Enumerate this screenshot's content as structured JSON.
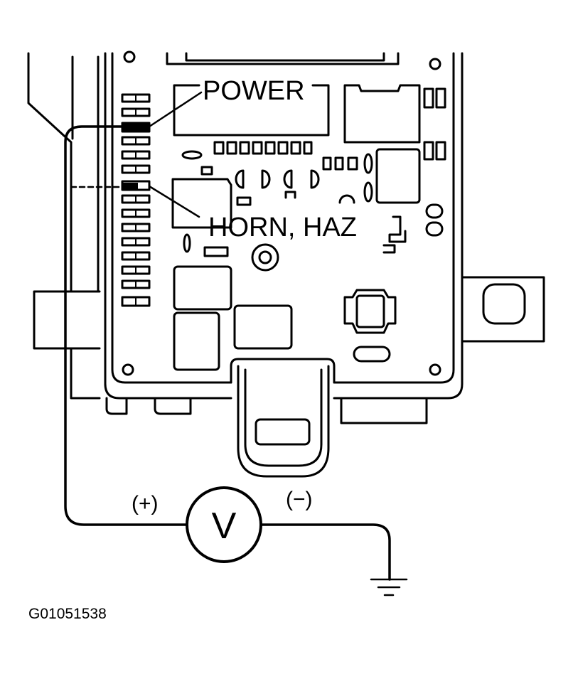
{
  "labels": {
    "power": "POWER",
    "horn_haz": "HORN, HAZ",
    "positive": "(+)",
    "negative": "(−)",
    "meter": "V",
    "figure_id": "G01051538"
  },
  "icons": {
    "voltmeter": "voltmeter-icon",
    "ground": "ground-symbol-icon"
  }
}
